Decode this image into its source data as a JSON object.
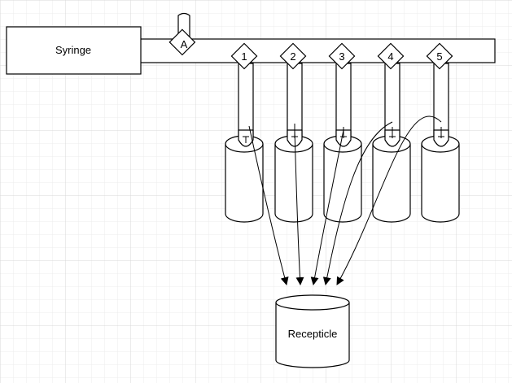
{
  "syringe": {
    "label": "Syringe"
  },
  "valve_a": {
    "label": "A"
  },
  "valves": [
    {
      "label": "1"
    },
    {
      "label": "2"
    },
    {
      "label": "3"
    },
    {
      "label": "4"
    },
    {
      "label": "5"
    }
  ],
  "receptacle": {
    "label": "Recepticle"
  },
  "colors": {
    "line": "#000000",
    "fill": "#ffffff",
    "grid_minor": "#ececec",
    "grid_major": "#d8d8d8"
  }
}
